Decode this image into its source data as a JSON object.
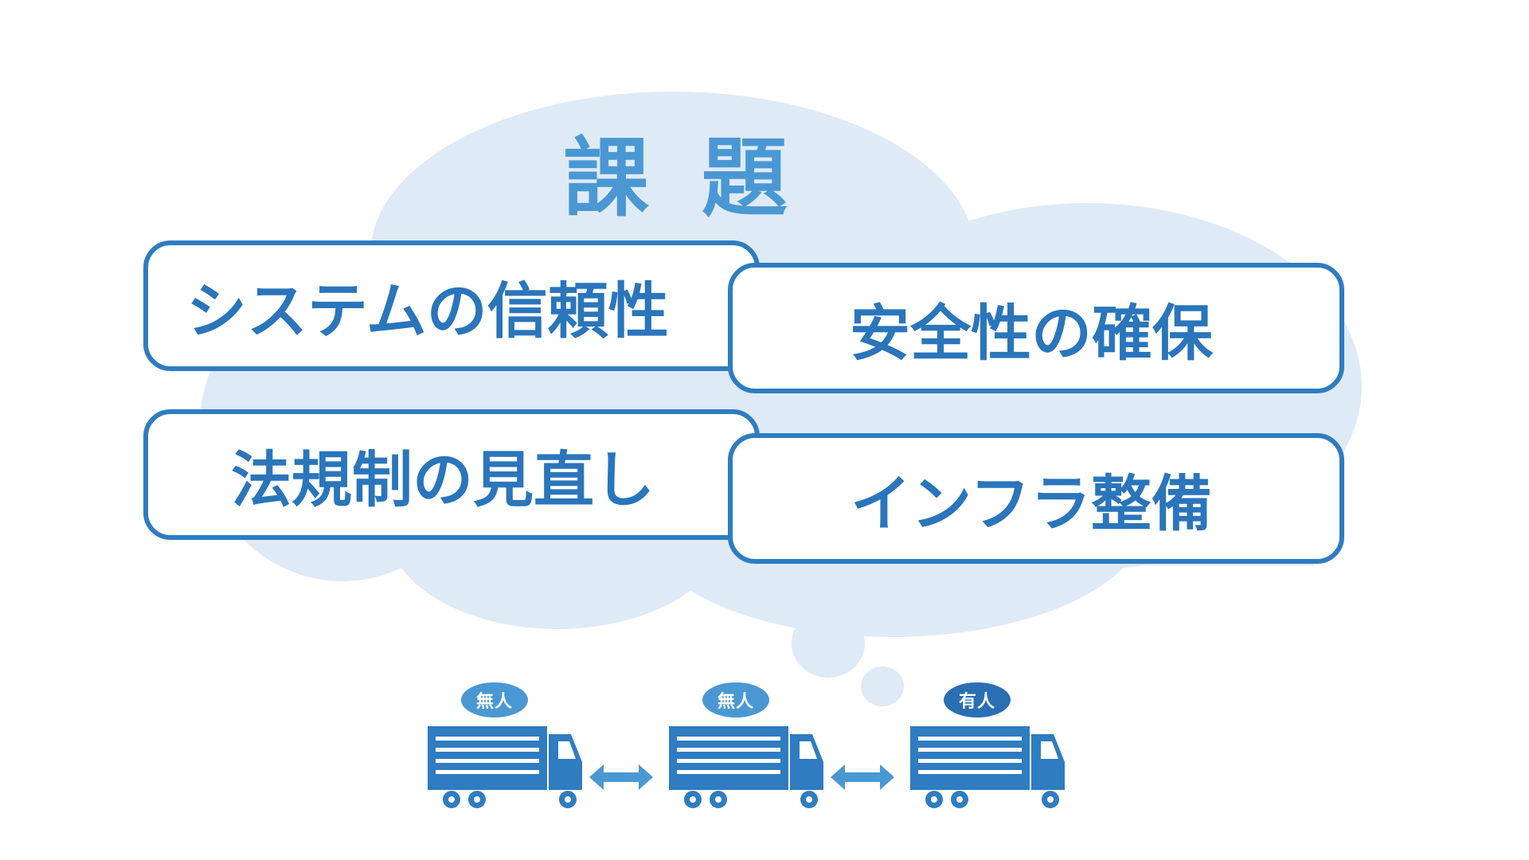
{
  "title": "課 題",
  "challenges": [
    "システムの信頼性",
    "安全性の確保",
    "法規制の見直し",
    "インフラ整備"
  ],
  "trucks": [
    {
      "label": "無人",
      "badge_color": "#4a98d3"
    },
    {
      "label": "無人",
      "badge_color": "#4a98d3"
    },
    {
      "label": "有人",
      "badge_color": "#2a6fb3"
    }
  ],
  "colors": {
    "cloud": "#dfeaf7",
    "primary": "#2a75bb",
    "accent": "#4a98d3",
    "truck": "#2f7cc1"
  },
  "icons": [
    "truck-icon",
    "double-arrow-icon"
  ]
}
